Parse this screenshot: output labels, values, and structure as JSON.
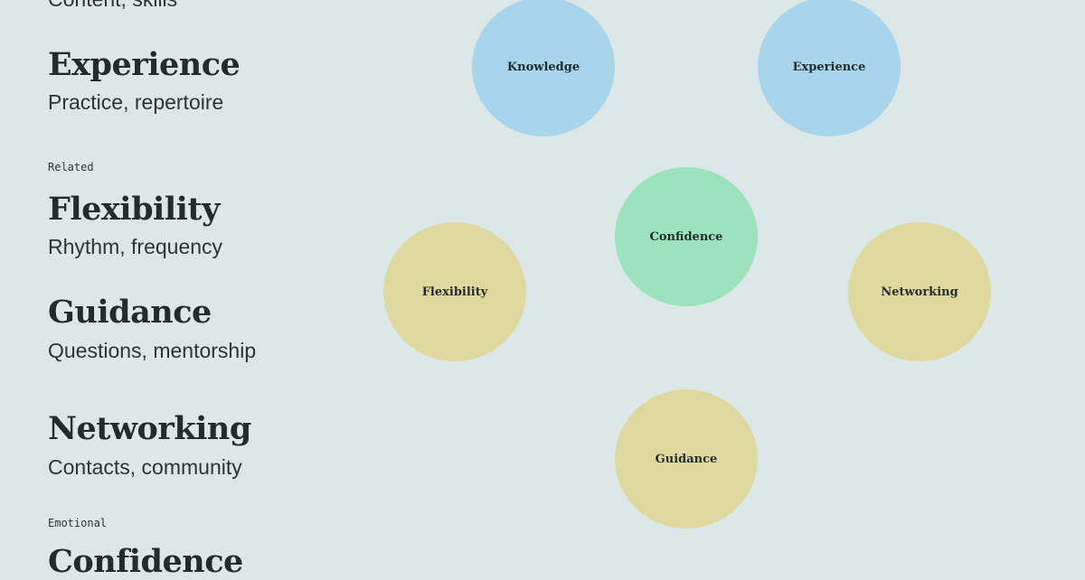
{
  "list": {
    "items": [
      {
        "title": "",
        "subtitle": "Content, skills"
      },
      {
        "title": "Experience",
        "subtitle": "Practice, repertoire"
      },
      {
        "group": "Related"
      },
      {
        "title": "Flexibility",
        "subtitle": "Rhythm, frequency"
      },
      {
        "title": "Guidance",
        "subtitle": "Questions, mentorship"
      },
      {
        "title": "Networking",
        "subtitle": "Contacts, community"
      },
      {
        "group": "Emotional"
      },
      {
        "title": "Confidence"
      }
    ]
  },
  "diagram": {
    "colors": {
      "core": "#a8d4ec",
      "related": "#dfd99f",
      "emotional": "#9ce2bc"
    },
    "nodes": [
      {
        "label": "Knowledge",
        "group": "core"
      },
      {
        "label": "Experience",
        "group": "core"
      },
      {
        "label": "Confidence",
        "group": "emotional"
      },
      {
        "label": "Flexibility",
        "group": "related"
      },
      {
        "label": "Networking",
        "group": "related"
      },
      {
        "label": "Guidance",
        "group": "related"
      }
    ]
  }
}
